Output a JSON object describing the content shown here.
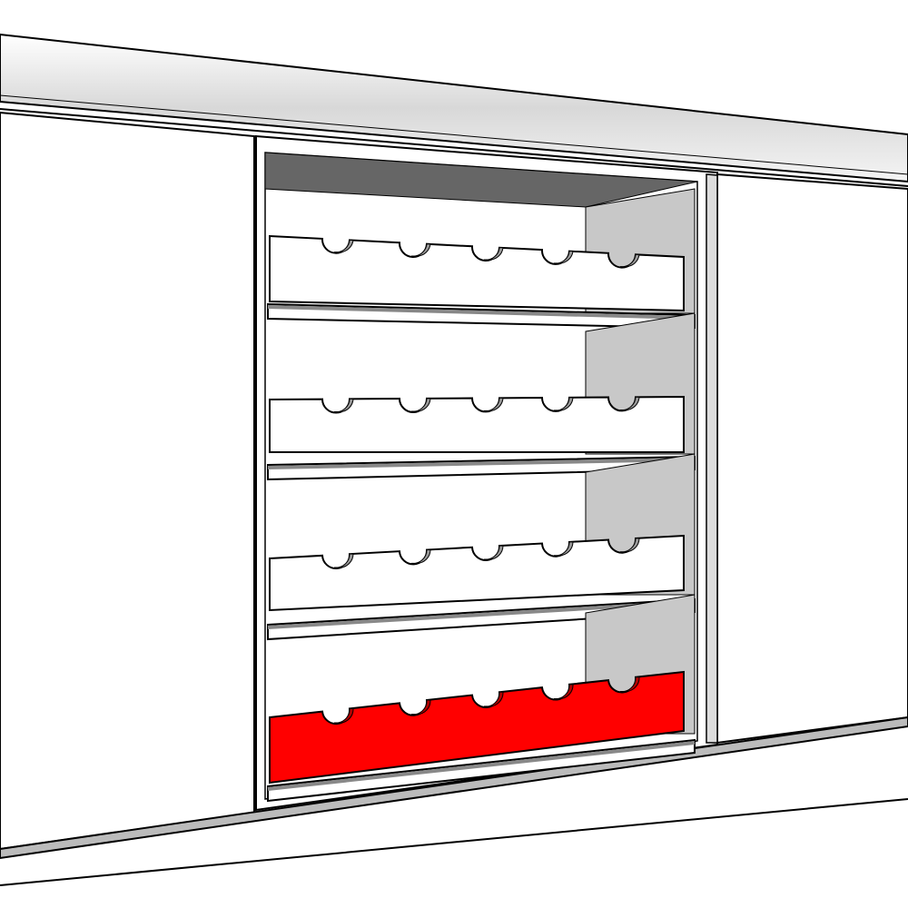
{
  "scene": {
    "rack_rows": 4,
    "notches_per_rack": 5,
    "highlighted_rack": 4,
    "colors": {
      "background": "#ffffff",
      "outline": "#000000",
      "interior_top": "#666666",
      "side_wall": "#c8c8c8",
      "highlight": "#ff0000",
      "highlight_shade": "#b30000",
      "shelf_shadow": "#888888"
    }
  }
}
